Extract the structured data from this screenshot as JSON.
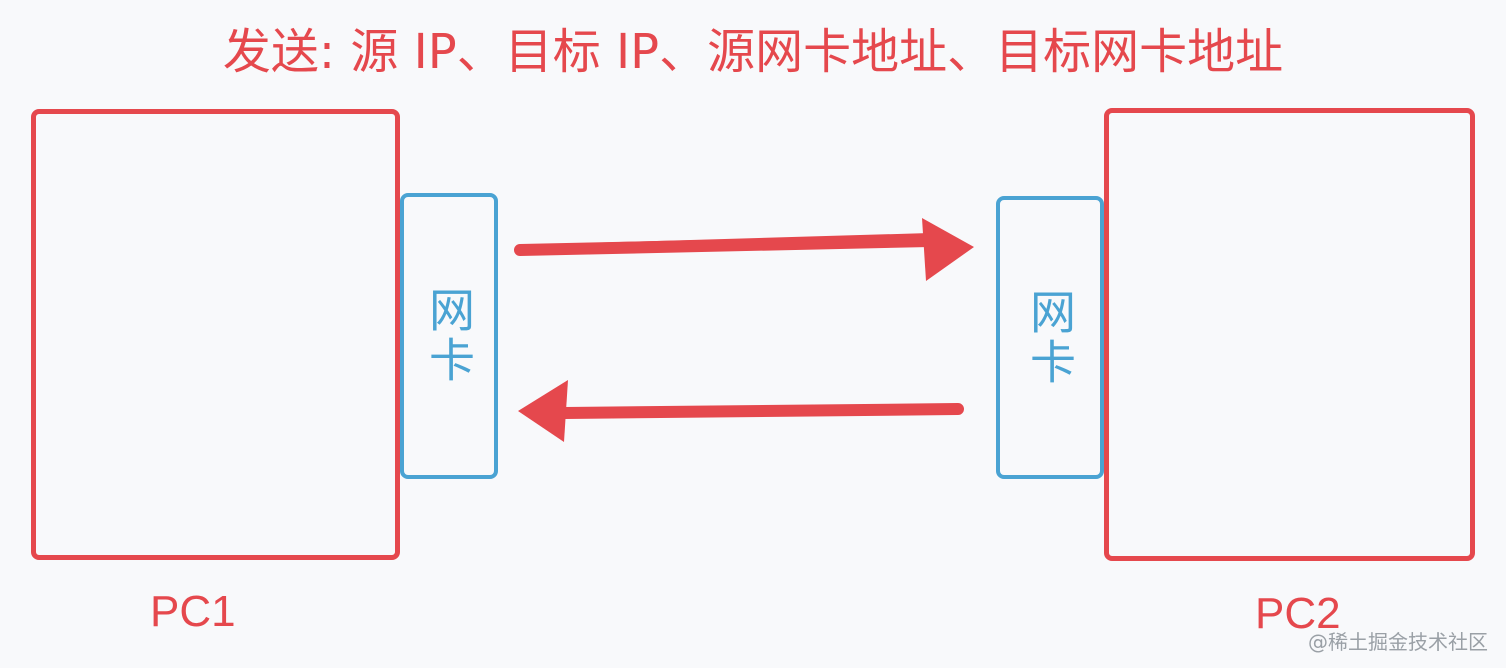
{
  "title": "发送: 源 IP、目标 IP、源网卡地址、目标网卡地址",
  "pc1": {
    "label": "PC1",
    "nic_label": "网卡"
  },
  "pc2": {
    "label": "PC2",
    "nic_label": "网卡"
  },
  "arrows": [
    {
      "name": "arrow-pc1-to-pc2",
      "direction": "right"
    },
    {
      "name": "arrow-pc2-to-pc1",
      "direction": "left"
    }
  ],
  "watermark": "@稀土掘金技术社区",
  "colors": {
    "red": "#e5484d",
    "blue": "#4aa3d3",
    "background": "#f8f9fb"
  }
}
